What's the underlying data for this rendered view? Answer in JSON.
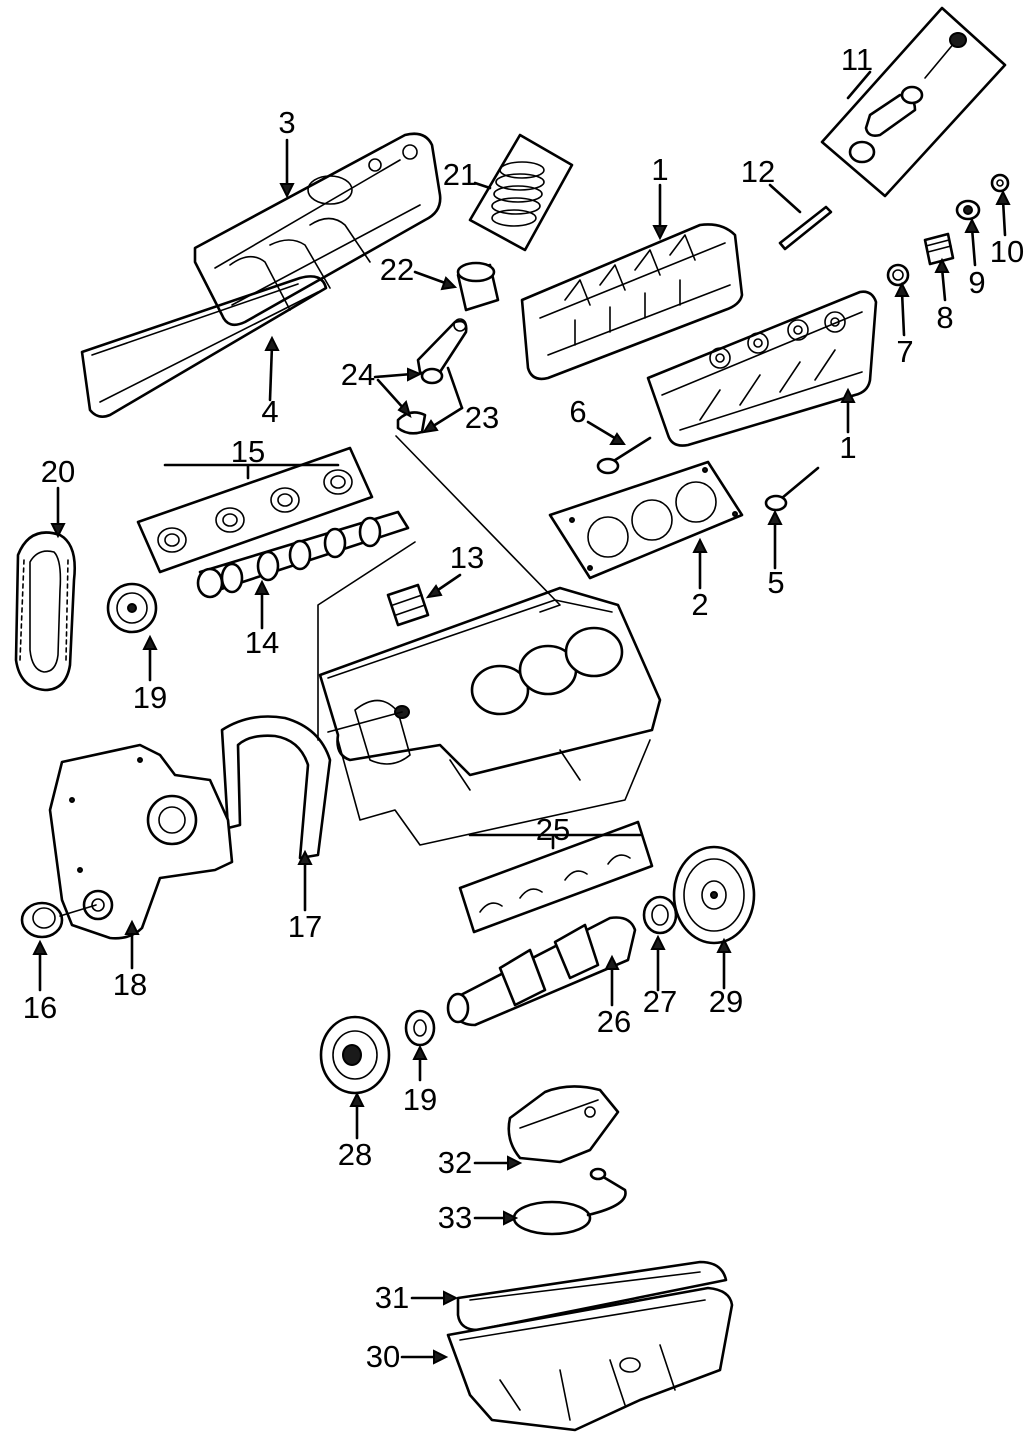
{
  "callouts": {
    "c1_left": "1",
    "c1_right": "1",
    "c2": "2",
    "c3": "3",
    "c4": "4",
    "c5": "5",
    "c6": "6",
    "c7": "7",
    "c8": "8",
    "c9": "9",
    "c10": "10",
    "c11": "11",
    "c12": "12",
    "c13": "13",
    "c14": "14",
    "c15": "15",
    "c16": "16",
    "c17": "17",
    "c18": "18",
    "c19_top": "19",
    "c19_bottom": "19",
    "c20": "20",
    "c21": "21",
    "c22": "22",
    "c23": "23",
    "c24": "24",
    "c25": "25",
    "c26": "26",
    "c27": "27",
    "c28": "28",
    "c29": "29",
    "c30": "30",
    "c31": "31",
    "c32": "32",
    "c33": "33"
  }
}
